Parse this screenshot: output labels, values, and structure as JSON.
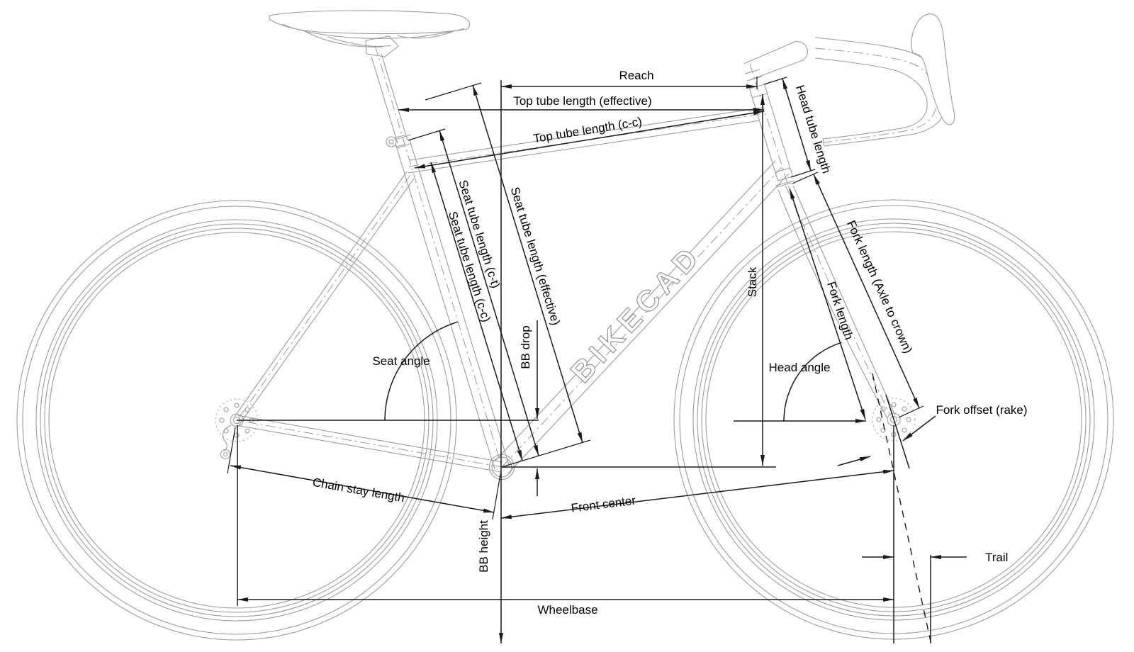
{
  "diagram": {
    "watermark": "BIKECAD",
    "labels": {
      "reach": "Reach",
      "top_tube_effective": "Top tube length (effective)",
      "top_tube_cc": "Top tube length (c-c)",
      "head_tube_length": "Head tube length",
      "seat_tube_ct": "Seat tube length (c-t)",
      "seat_tube_cc": "Seat tube length (c-c)",
      "seat_tube_effective": "Seat tube length (effective)",
      "bb_drop": "BB drop",
      "seat_angle": "Seat angle",
      "head_angle": "Head angle",
      "stack": "Stack",
      "fork_length": "Fork length",
      "fork_length_axle_to_crown": "Fork length (Axle to crown)",
      "fork_offset": "Fork offset (rake)",
      "trail": "Trail",
      "chain_stay_length": "Chain stay length",
      "front_center": "Front center",
      "bb_height": "BB height",
      "wheelbase": "Wheelbase"
    },
    "colors": {
      "dimension": "#1a1a1a",
      "bike_lines": "#9b9b9b",
      "background": "#ffffff"
    }
  }
}
